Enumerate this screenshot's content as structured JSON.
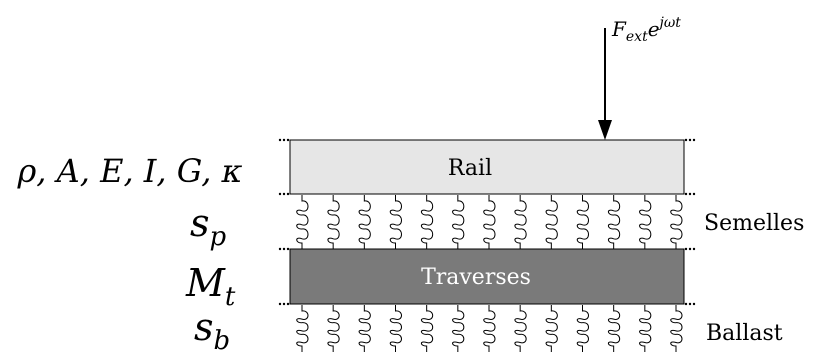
{
  "force": {
    "label_base": "F",
    "label_sub": "ext",
    "label_exp_base": "e",
    "label_exp_sup": "jωt"
  },
  "layers": {
    "rail": {
      "label": "Rail",
      "fill": "#e6e6e6",
      "params": "ρ, A, E, I, G, κ"
    },
    "pads": {
      "symbol_base": "s",
      "symbol_sub": "p",
      "label": "Semelles",
      "spring_count": 13
    },
    "sleepers": {
      "label": "Traverses",
      "fill": "#7a7a7a",
      "text_color": "#ffffff",
      "symbol_base": "M",
      "symbol_sub": "t"
    },
    "ballast": {
      "symbol_base": "s",
      "symbol_sub": "b",
      "label": "Ballast",
      "spring_count": 13
    }
  }
}
